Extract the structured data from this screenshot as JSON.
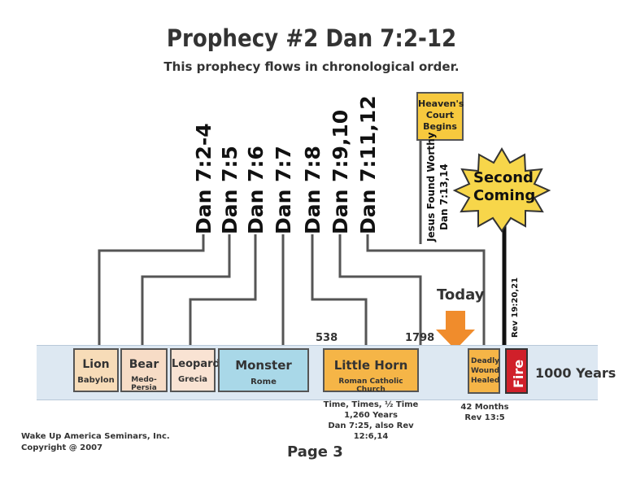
{
  "title": "Prophecy #2  Dan 7:2-12",
  "subtitle": "This prophecy flows in chronological order.",
  "references": [
    "Dan 7:2-4",
    "Dan 7:5",
    "Dan 7:6",
    "Dan 7:7",
    "Dan 7:8",
    "Dan 7:9,10",
    "Dan 7:11,12"
  ],
  "heavens_court": "Heaven's Court Begins",
  "jesus_worthy": [
    "Jesus Found Worthy",
    "Dan 7:13,14"
  ],
  "second_coming": [
    "Second",
    "Coming"
  ],
  "today": "Today",
  "year_538": "538",
  "year_1798": "1798",
  "rev_19": "Rev 19:20,21",
  "boxes": {
    "lion": {
      "main": "Lion",
      "sub": "Babylon"
    },
    "bear": {
      "main": "Bear",
      "sub": "Medo-Persia"
    },
    "leopard": {
      "main": "Leopard",
      "sub": "Grecia"
    },
    "monster": {
      "main": "Monster",
      "sub": "Rome"
    },
    "little_horn": {
      "main": "Little Horn",
      "sub": "Roman Catholic Church"
    },
    "deadly_wound": "Deadly Wound Healed",
    "fire": "Fire"
  },
  "thousand_years": "1000 Years",
  "time_note": [
    "Time, Times, ½ Time",
    "1,260 Years",
    "Dan 7:25, also Rev 12:6,14"
  ],
  "months_note": [
    "42 Months",
    "Rev 13:5"
  ],
  "credit": [
    "Wake Up America Seminars, Inc.",
    "Copyright @ 2007"
  ],
  "page": "Page 3",
  "colors": {
    "band": "#dde8f2",
    "lion": "#f7dcb8",
    "bear": "#f7dcc6",
    "leopard": "#f9e3d3",
    "monster": "#a9d8e8",
    "little_horn": "#f5b547",
    "heavens_court": "#f7c93e",
    "deadly_wound": "#f5b547",
    "fire": "#d0202a",
    "today_arrow": "#f08c2c",
    "starburst": "#f7d64a"
  }
}
